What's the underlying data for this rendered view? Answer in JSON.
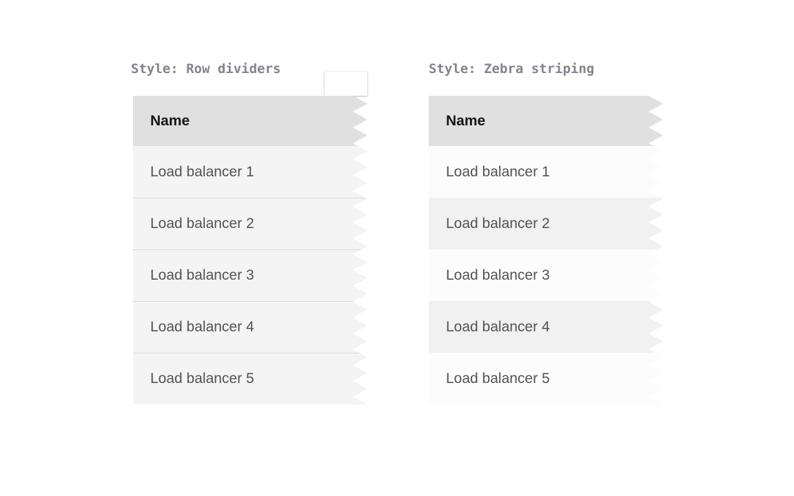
{
  "page": {
    "background": "#ffffff",
    "description": "Two data table style examples with torn right edges"
  },
  "examples": [
    {
      "caption": "Style: Row dividers",
      "style": "row-dividers",
      "table": {
        "header": "Name",
        "rows": [
          "Load balancer 1",
          "Load balancer 2",
          "Load balancer 3",
          "Load balancer 4",
          "Load balancer 5"
        ]
      }
    },
    {
      "caption": "Style: Zebra striping",
      "style": "zebra-striping",
      "table": {
        "header": "Name",
        "rows": [
          "Load balancer 1",
          "Load balancer 2",
          "Load balancer 3",
          "Load balancer 4",
          "Load balancer 5"
        ]
      }
    }
  ],
  "colors": {
    "header_bg": "#e0e0e0",
    "header_text": "#161616",
    "row_bg": "#f4f4f4",
    "row_text": "#525252",
    "divider": "#d8d8d8",
    "zebra_light": "#fcfcfc",
    "zebra_dark": "#f1f1f1",
    "caption_text": "#86828d"
  }
}
